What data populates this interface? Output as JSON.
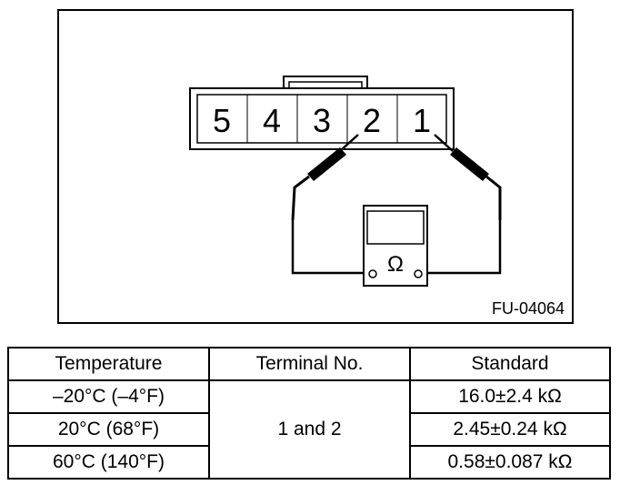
{
  "figure": {
    "code": "FU-04064",
    "connector_terminals": [
      "5",
      "4",
      "3",
      "2",
      "1"
    ],
    "meter_symbol": "Ω"
  },
  "table": {
    "headers": [
      "Temperature",
      "Terminal No.",
      "Standard"
    ],
    "terminal": "1 and 2",
    "rows": [
      {
        "temperature": "–20°C (–4°F)",
        "standard": "16.0±2.4 kΩ"
      },
      {
        "temperature": "20°C (68°F)",
        "standard": "2.45±0.24 kΩ"
      },
      {
        "temperature": "60°C (140°F)",
        "standard": "0.58±0.087 kΩ"
      }
    ]
  }
}
